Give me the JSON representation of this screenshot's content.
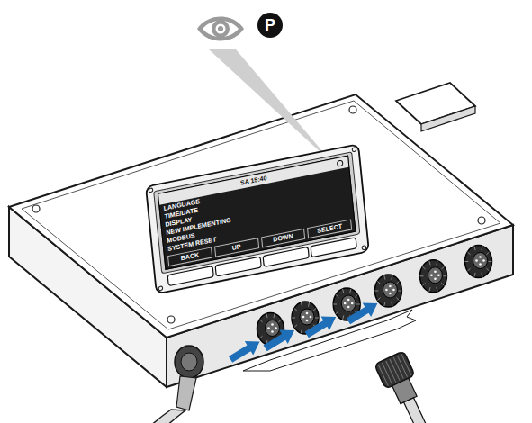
{
  "diagram": {
    "nodes": [
      {
        "text": [
          "SA 15:40",
          "LANGUAGE",
          "TIME/DATE",
          "DISPLAY",
          "NEW IMPLEMENTING",
          "MODBUS",
          "SYSTEM RESET"
        ]
      },
      {
        "text": [
          "BACK"
        ],
        "in": 0
      },
      {
        "text": [
          "UP"
        ],
        "in": 0
      },
      {
        "text": [
          "DOWN"
        ],
        "in": 0
      },
      {
        "text": [
          "SELECT"
        ],
        "in": 0
      },
      {
        "text": [
          "P"
        ]
      }
    ]
  }
}
